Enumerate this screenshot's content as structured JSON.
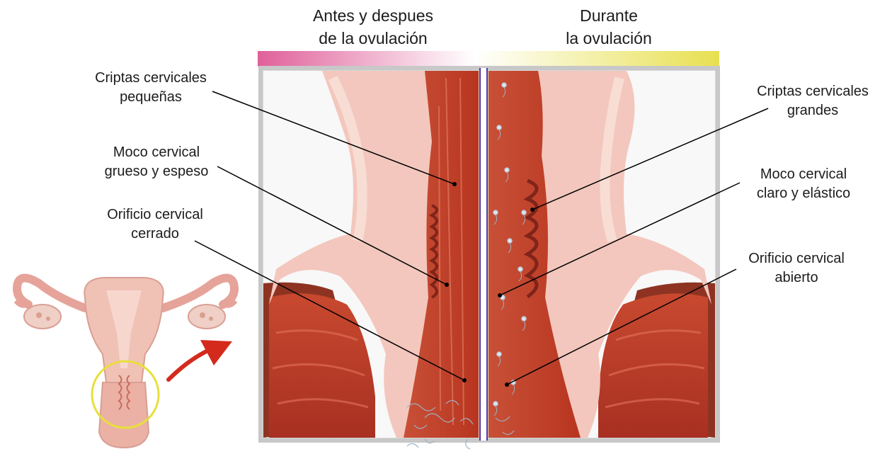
{
  "headers": {
    "before_after": {
      "line1": "Antes y  despues",
      "line2": "de la ovulación"
    },
    "during": {
      "line1": "Durante",
      "line2": "la ovulación"
    }
  },
  "left_labels": {
    "crypts": {
      "line1": "Criptas  cervicales",
      "line2": "pequeñas"
    },
    "mucus": {
      "line1": "Moco cervical",
      "line2": "grueso y espeso"
    },
    "os": {
      "line1": "Orificio cervical",
      "line2": "cerrado"
    }
  },
  "right_labels": {
    "crypts": {
      "line1": "Criptas  cervicales",
      "line2": "grandes"
    },
    "mucus": {
      "line1": "Moco cervical",
      "line2": "claro y elástico"
    },
    "os": {
      "line1": "Orificio cervical",
      "line2": "abierto"
    }
  },
  "colors": {
    "bar_left": "#e0609a",
    "bar_right": "#e8e050",
    "frame": "#c8c8c8",
    "tissue_dark": "#b83a28",
    "tissue_light": "#f3c7bd",
    "ring": "#e8df3c",
    "arrow": "#d42a1c"
  }
}
